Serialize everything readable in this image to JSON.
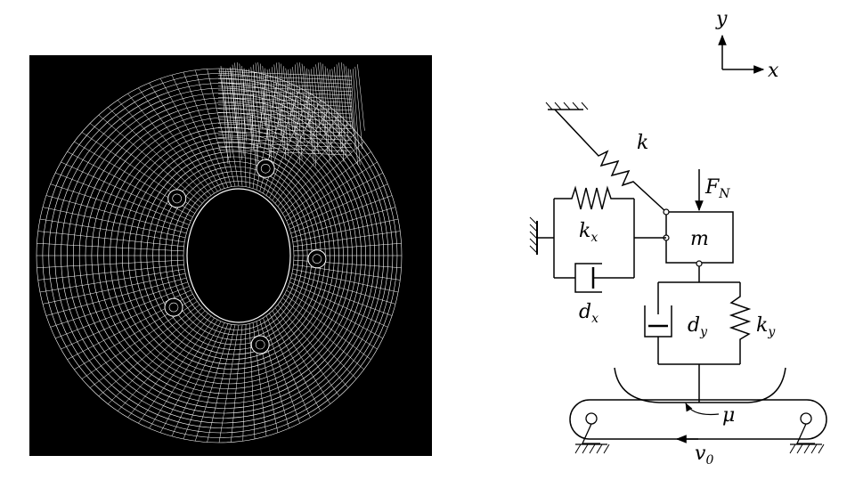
{
  "figure": {
    "mesh_panel": {
      "background": "#000000",
      "mesh_color": "#ffffff",
      "bolt_holes": 5
    },
    "model": {
      "axis_y": "y",
      "axis_x": "x",
      "spring_k": "k",
      "force": "F",
      "force_sub": "N",
      "mass": "m",
      "spring_x": "k",
      "spring_x_sub": "x",
      "damper_x": "d",
      "damper_x_sub": "x",
      "damper_y": "d",
      "damper_y_sub": "y",
      "spring_y": "k",
      "spring_y_sub": "y",
      "friction": "μ",
      "belt_velocity": "v",
      "belt_velocity_sub": "0"
    }
  }
}
